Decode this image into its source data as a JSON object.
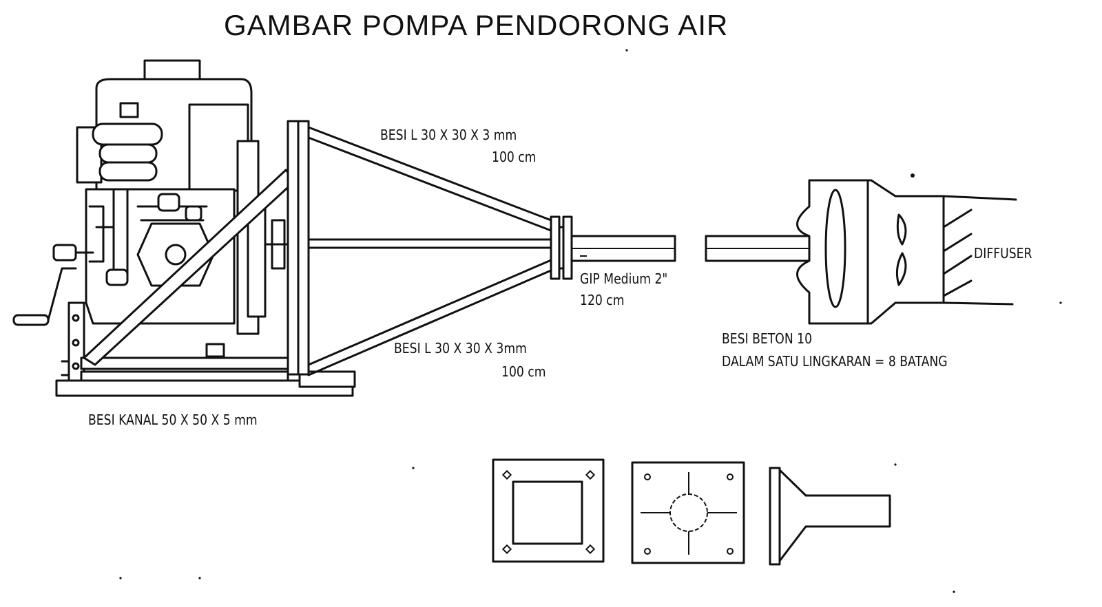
{
  "title": "GAMBAR POMPA PENDORONG AIR",
  "labels": {
    "besi_l_top_spec": "BESI L 30 X 30 X 3 mm",
    "besi_l_top_len": "100 cm",
    "besi_l_bottom_spec": "BESI L 30 X 30 X 3mm",
    "besi_l_bottom_len": "100 cm",
    "gip_spec": "GIP Medium 2\"",
    "gip_len": "120 cm",
    "kanal_spec": "BESI KANAL 50 X 50 X 5 mm",
    "besi_beton": "BESI BETON 10",
    "lingkaran": "DALAM SATU LINGKARAN = 8 BATANG",
    "diffuser": "DIFFUSER"
  },
  "palette": {
    "line": "#111111",
    "paper": "#ffffff"
  }
}
